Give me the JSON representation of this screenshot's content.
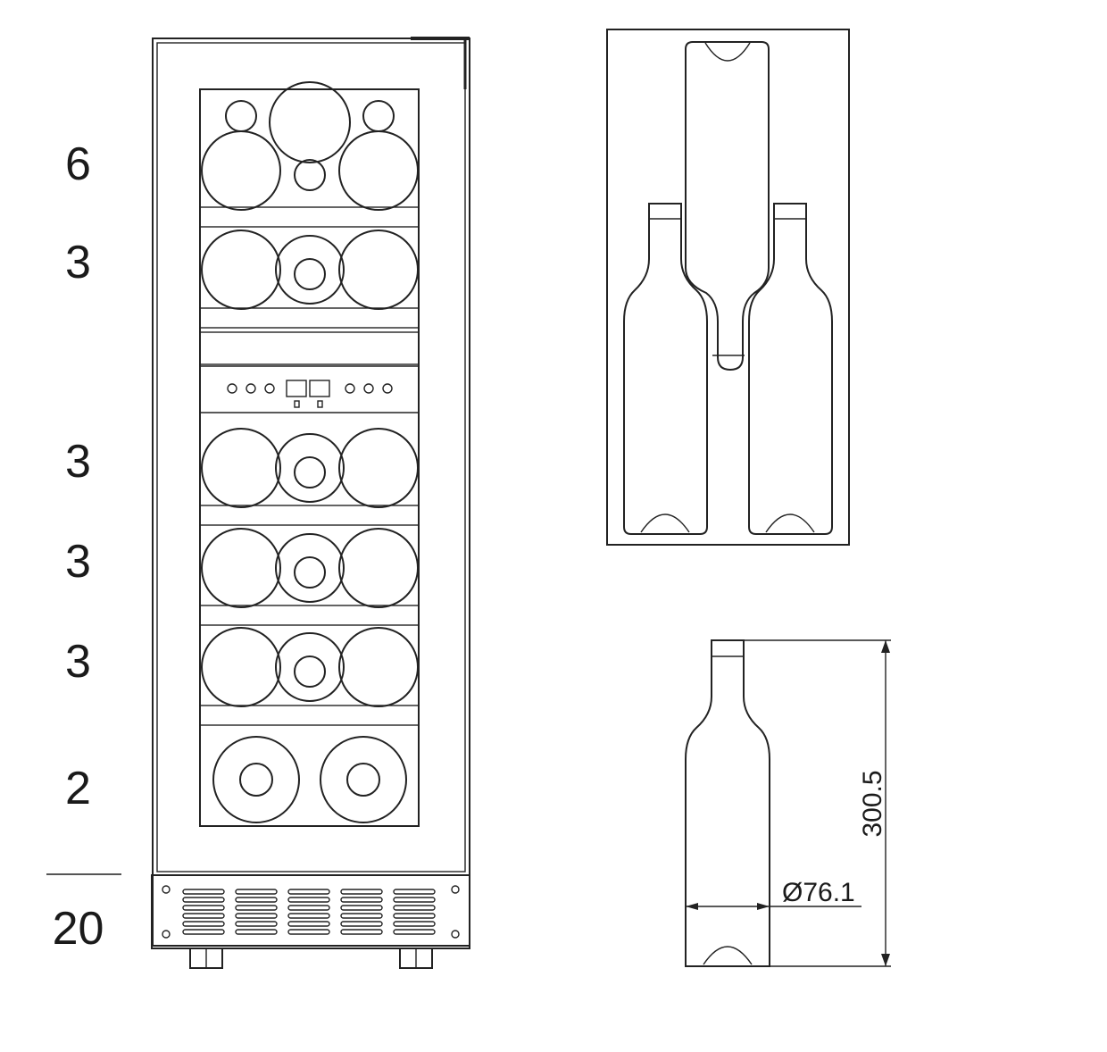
{
  "shelf_counts": [
    "6",
    "3",
    "3",
    "3",
    "3",
    "2"
  ],
  "total_count": "20",
  "dimensions": {
    "height": "300.5",
    "diameter": "Ø76.1"
  }
}
